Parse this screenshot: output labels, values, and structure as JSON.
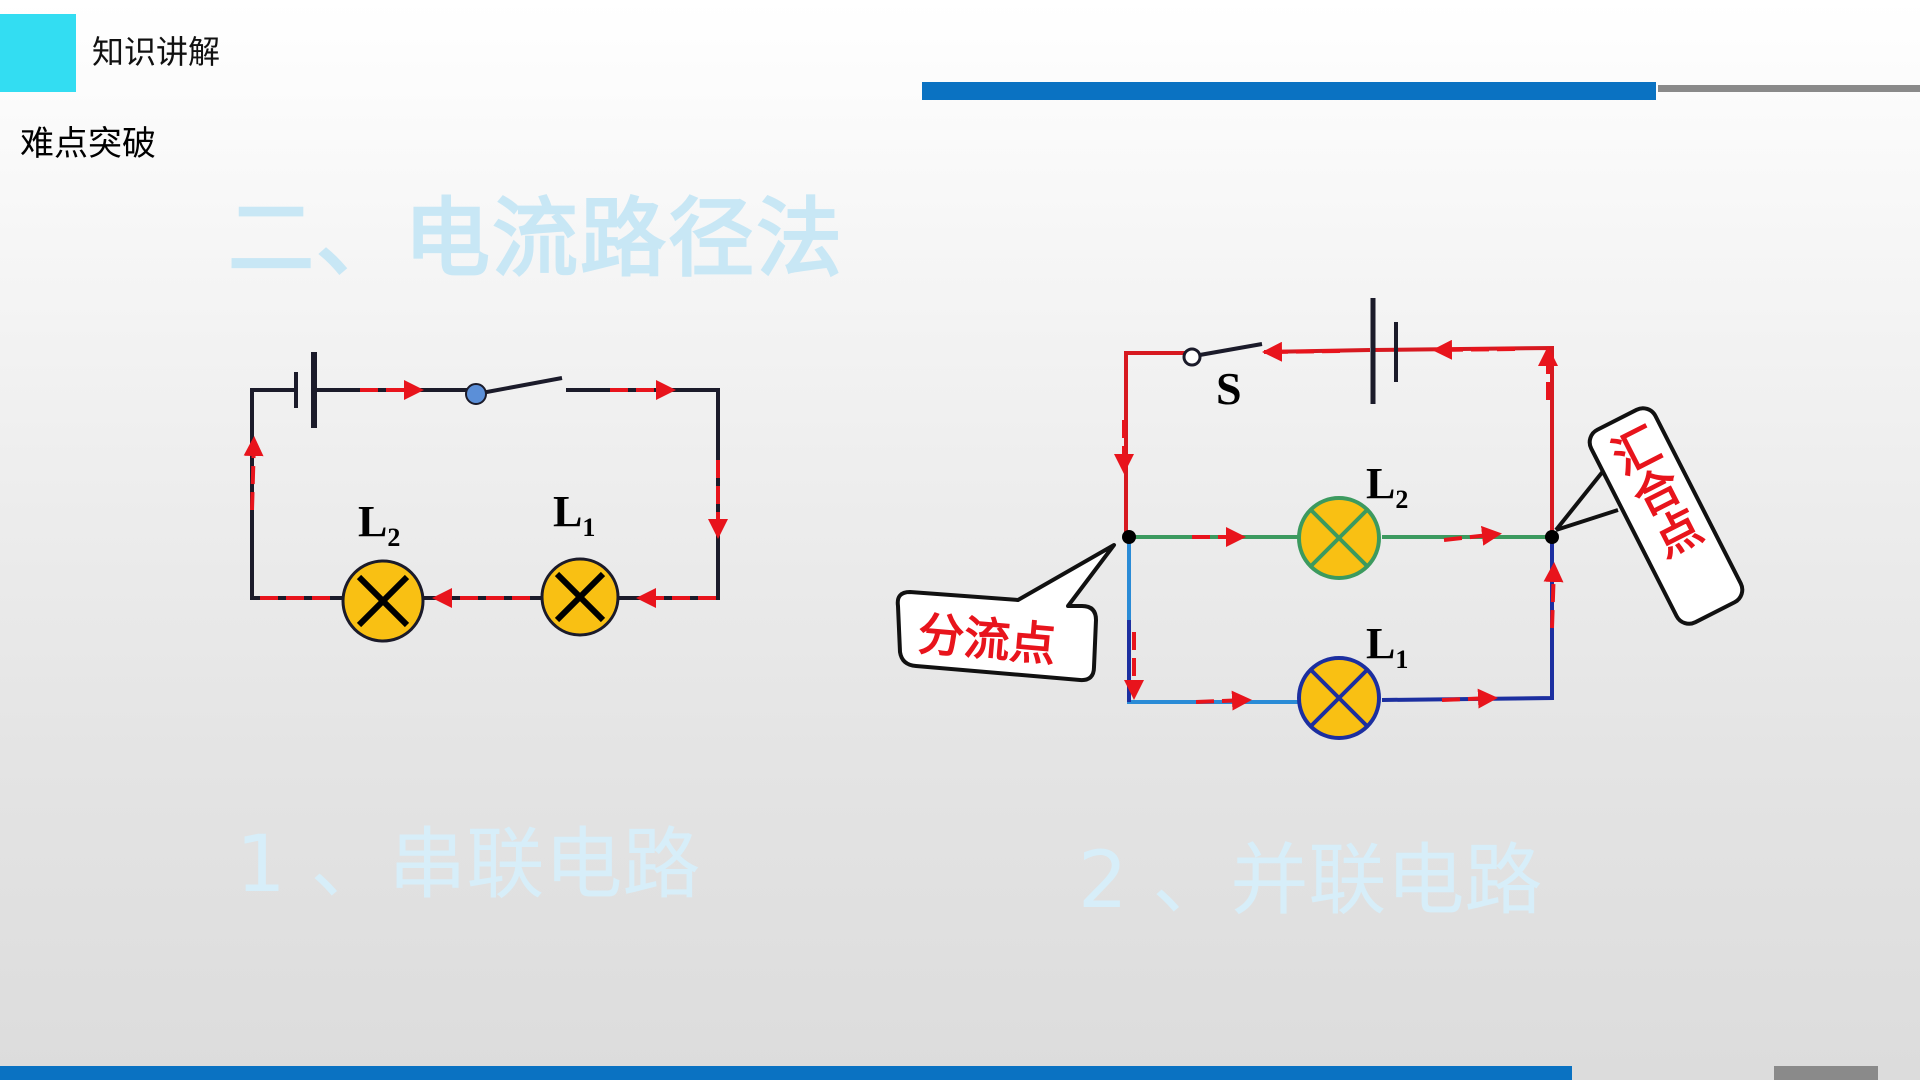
{
  "header": {
    "section": "知识讲解",
    "subsection": "难点突破"
  },
  "title": "二、电流路径法",
  "captions": {
    "series": "1 、串联电路",
    "parallel": "2 、并联电路"
  },
  "series_circuit": {
    "lamp_left": {
      "letter": "L",
      "sub": "2"
    },
    "lamp_right": {
      "letter": "L",
      "sub": "1"
    }
  },
  "parallel_circuit": {
    "switch": "S",
    "lamp_top": {
      "letter": "L",
      "sub": "2"
    },
    "lamp_bottom": {
      "letter": "L",
      "sub": "1"
    },
    "split_point": "分流点",
    "merge_point": "汇合点"
  },
  "colors": {
    "accent_cyan": "#33ddf2",
    "bar_blue": "#0a72c2",
    "bar_gray": "#8a8a8a",
    "current_arrow": "#e8141c",
    "wire_red": "#d71920",
    "wire_green": "#3c9a5f",
    "wire_blue": "#1c2fa0",
    "wire_lightblue": "#2a8bd6",
    "lamp_fill": "#f9c013",
    "heading_faint": "#c8e7f5"
  },
  "icons": [
    "battery-icon",
    "switch-icon",
    "lamp-icon",
    "current-arrow-icon"
  ]
}
